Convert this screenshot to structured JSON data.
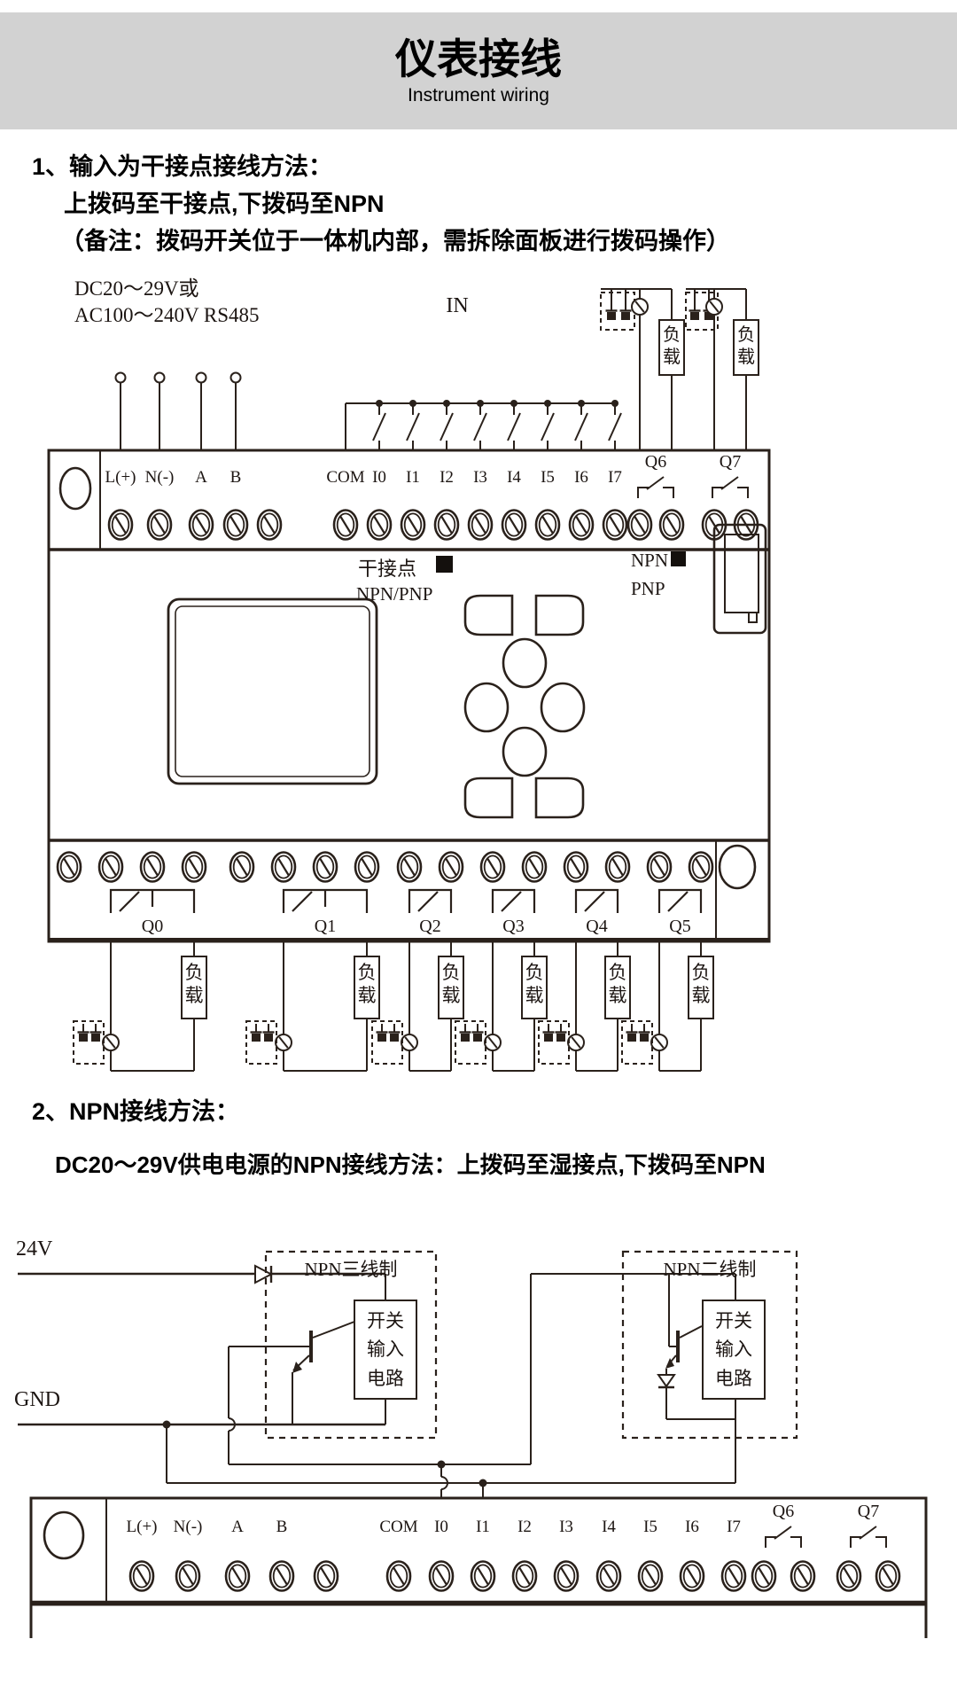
{
  "header": {
    "title": "仪表接线",
    "subtitle": "Instrument wiring"
  },
  "section1": {
    "heading": "1、输入为干接点接线方法：",
    "line2": "上拨码至干接点,下拨码至NPN",
    "note": "（备注：拨码开关位于一体机内部，需拆除面板进行拨码操作）"
  },
  "diagram1": {
    "power_label_line1": "DC20～29V或",
    "power_label_line2": "AC100～240V  RS485",
    "in_label": "IN",
    "terminals_top": [
      "L(+)",
      "N(-)",
      "A",
      "B",
      "COM",
      "I0",
      "I1",
      "I2",
      "I3",
      "I4",
      "I5",
      "I6",
      "I7"
    ],
    "relay_top": [
      "Q6",
      "Q7"
    ],
    "dip_dry_label": "干接点",
    "dip_npn_pnp_label": "NPN/PNP",
    "dip_npn_label": "NPN",
    "dip_pnp_label": "PNP",
    "outputs_bottom": [
      "Q0",
      "Q1",
      "Q2",
      "Q3",
      "Q4",
      "Q5"
    ],
    "load_label": "负载"
  },
  "section2": {
    "heading": "2、NPN接线方法：",
    "subheading": "DC20～29V供电电源的NPN接线方法：上拨码至湿接点,下拨码至NPN"
  },
  "diagram2": {
    "v24_label": "24V",
    "gnd_label": "GND",
    "box1_title": "NPN三线制",
    "box2_title": "NPN二线制",
    "switch_circuit_label": "开关输入电路",
    "terminals": [
      "L(+)",
      "N(-)",
      "A",
      "B",
      "COM",
      "I0",
      "I1",
      "I2",
      "I3",
      "I4",
      "I5",
      "I6",
      "I7"
    ],
    "relay": [
      "Q6",
      "Q7"
    ]
  },
  "colors": {
    "banner": "#d2d2d2",
    "ink": "#2a211b"
  }
}
